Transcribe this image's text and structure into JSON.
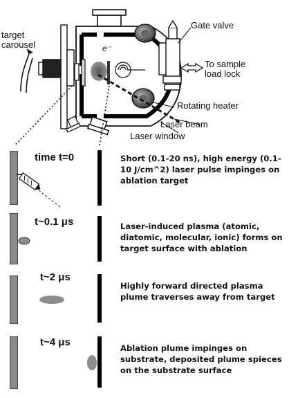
{
  "labels": {
    "target_carousel": "target\ncarousel",
    "electron": "e⁻",
    "gate_valve": "Gate valve",
    "sample_load_lock": "To sample\nload lock",
    "rotating_heater": "Rotating heater",
    "laser_beam": "Laser beam",
    "laser_window": "Laser window"
  },
  "stages": [
    {
      "time": "time t=0",
      "description": "Short (0.1-20 ns), high energy (0.1-10 J/cm^2) laser pulse impinges on ablation target"
    },
    {
      "time": "t~0.1 μs",
      "description": "Laser-induced plasma (atomic, diatomic, molecular, ionic) forms on target surface with ablation"
    },
    {
      "time": "t~2 μs",
      "description": "Highly forward directed plasma plume traverses away from target"
    },
    {
      "time": "t~4 μs",
      "description": "Ablation plume impinges on substrate, deposited plume spieces on the substrate surface"
    }
  ],
  "colors": {
    "target_gray": "#8a8a8a",
    "plume_gray": "#8c8c8c",
    "line": "#111111"
  }
}
